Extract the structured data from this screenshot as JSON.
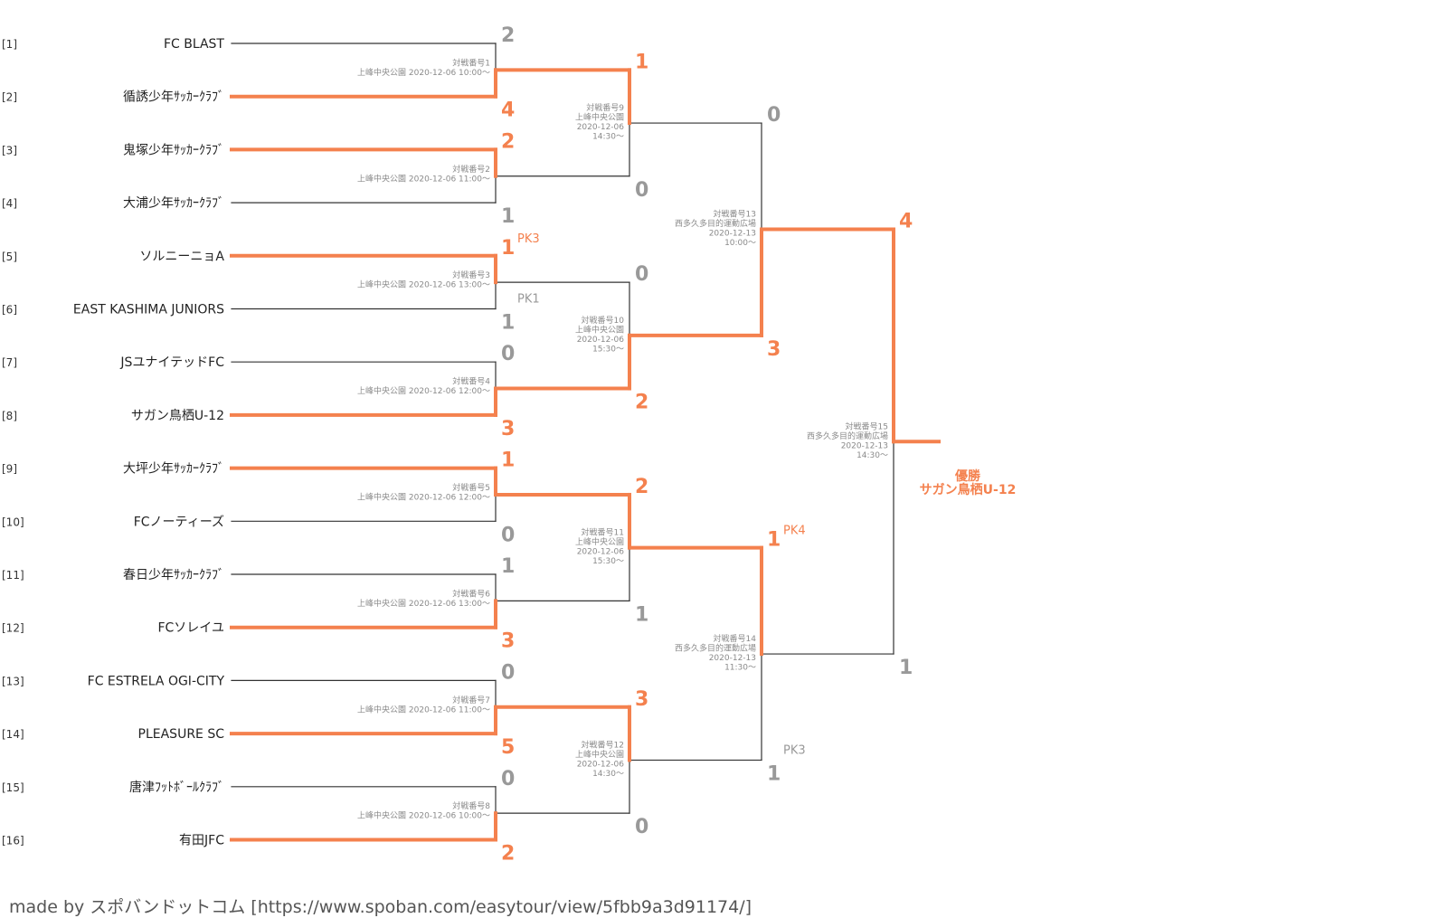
{
  "colors": {
    "win": "#f4814e",
    "lose": "#999999",
    "line": "#333333"
  },
  "champion": {
    "label": "優勝",
    "team": "サガン鳥栖U-12"
  },
  "footer": "made by スポバンドットコム [https://www.spoban.com/easytour/view/5fbb9a3d91174/]",
  "teams": [
    {
      "seed": "[1]",
      "name": "FC BLAST"
    },
    {
      "seed": "[2]",
      "name": "循誘少年ｻｯｶｰｸﾗﾌﾞ"
    },
    {
      "seed": "[3]",
      "name": "鬼塚少年ｻｯｶｰｸﾗﾌﾞ"
    },
    {
      "seed": "[4]",
      "name": "大浦少年ｻｯｶｰｸﾗﾌﾞ"
    },
    {
      "seed": "[5]",
      "name": "ソルニーニョA"
    },
    {
      "seed": "[6]",
      "name": "EAST KASHIMA JUNIORS"
    },
    {
      "seed": "[7]",
      "name": "JSユナイテッドFC"
    },
    {
      "seed": "[8]",
      "name": "サガン鳥栖U-12"
    },
    {
      "seed": "[9]",
      "name": "大坪少年ｻｯｶｰｸﾗﾌﾞ"
    },
    {
      "seed": "[10]",
      "name": "FCノーティーズ"
    },
    {
      "seed": "[11]",
      "name": "春日少年ｻｯｶｰｸﾗﾌﾞ"
    },
    {
      "seed": "[12]",
      "name": "FCソレイユ"
    },
    {
      "seed": "[13]",
      "name": "FC ESTRELA OGI-CITY"
    },
    {
      "seed": "[14]",
      "name": "PLEASURE SC"
    },
    {
      "seed": "[15]",
      "name": "唐津ﾌｯﾄﾎﾞｰﾙｸﾗﾌﾞ"
    },
    {
      "seed": "[16]",
      "name": "有田JFC"
    }
  ],
  "matches": [
    {
      "round": 1,
      "a": 0,
      "b": 1,
      "scoreA": "2",
      "scoreB": "4",
      "winner": "b",
      "info": [
        "対戦番号1",
        "上峰中央公園 2020-12-06 10:00～"
      ]
    },
    {
      "round": 1,
      "a": 2,
      "b": 3,
      "scoreA": "2",
      "scoreB": "1",
      "winner": "a",
      "info": [
        "対戦番号2",
        "上峰中央公園 2020-12-06 11:00～"
      ]
    },
    {
      "round": 1,
      "a": 4,
      "b": 5,
      "scoreA": "1",
      "scoreB": "1",
      "pkA": "PK3",
      "pkB": "PK1",
      "winner": "a",
      "info": [
        "対戦番号3",
        "上峰中央公園 2020-12-06 13:00～"
      ]
    },
    {
      "round": 1,
      "a": 6,
      "b": 7,
      "scoreA": "0",
      "scoreB": "3",
      "winner": "b",
      "info": [
        "対戦番号4",
        "上峰中央公園 2020-12-06 12:00～"
      ]
    },
    {
      "round": 1,
      "a": 8,
      "b": 9,
      "scoreA": "1",
      "scoreB": "0",
      "winner": "a",
      "info": [
        "対戦番号5",
        "上峰中央公園 2020-12-06 12:00～"
      ]
    },
    {
      "round": 1,
      "a": 10,
      "b": 11,
      "scoreA": "1",
      "scoreB": "3",
      "winner": "b",
      "info": [
        "対戦番号6",
        "上峰中央公園 2020-12-06 13:00～"
      ]
    },
    {
      "round": 1,
      "a": 12,
      "b": 13,
      "scoreA": "0",
      "scoreB": "5",
      "winner": "b",
      "info": [
        "対戦番号7",
        "上峰中央公園 2020-12-06 11:00～"
      ]
    },
    {
      "round": 1,
      "a": 14,
      "b": 15,
      "scoreA": "0",
      "scoreB": "2",
      "winner": "b",
      "info": [
        "対戦番号8",
        "上峰中央公園 2020-12-06 10:00～"
      ]
    },
    {
      "round": 2,
      "a": 0,
      "b": 1,
      "scoreA": "1",
      "scoreB": "0",
      "winner": "a",
      "info": [
        "対戦番号9",
        "上峰中央公園",
        "2020-12-06",
        "14:30～"
      ]
    },
    {
      "round": 2,
      "a": 2,
      "b": 3,
      "scoreA": "0",
      "scoreB": "2",
      "winner": "b",
      "info": [
        "対戦番号10",
        "上峰中央公園",
        "2020-12-06",
        "15:30～"
      ]
    },
    {
      "round": 2,
      "a": 4,
      "b": 5,
      "scoreA": "2",
      "scoreB": "1",
      "winner": "a",
      "info": [
        "対戦番号11",
        "上峰中央公園",
        "2020-12-06",
        "15:30～"
      ]
    },
    {
      "round": 2,
      "a": 6,
      "b": 7,
      "scoreA": "3",
      "scoreB": "0",
      "winner": "a",
      "info": [
        "対戦番号12",
        "上峰中央公園",
        "2020-12-06",
        "14:30～"
      ]
    },
    {
      "round": 3,
      "a": 0,
      "b": 1,
      "scoreA": "0",
      "scoreB": "3",
      "winner": "b",
      "info": [
        "対戦番号13",
        "西多久多目的運動広場",
        "2020-12-13",
        "10:00～"
      ]
    },
    {
      "round": 3,
      "a": 2,
      "b": 3,
      "scoreA": "1",
      "scoreB": "1",
      "pkA": "PK4",
      "pkB": "PK3",
      "winner": "a",
      "info": [
        "対戦番号14",
        "西多久多目的運動広場",
        "2020-12-13",
        "11:30～"
      ]
    },
    {
      "round": 4,
      "a": 0,
      "b": 1,
      "scoreA": "4",
      "scoreB": "1",
      "winner": "a",
      "info": [
        "対戦番号15",
        "西多久多目的運動広場",
        "2020-12-13",
        "14:30～"
      ]
    }
  ]
}
